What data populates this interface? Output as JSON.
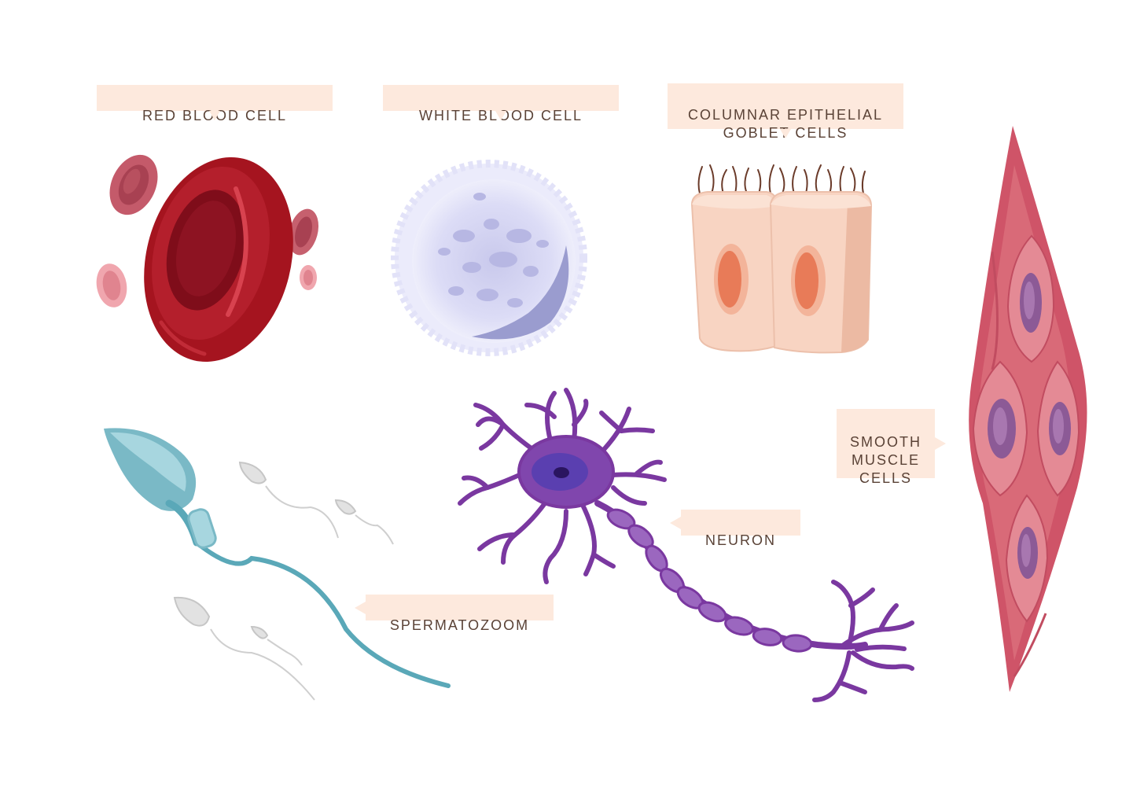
{
  "labels": {
    "red_blood_cell": "RED BLOOD CELL",
    "white_blood_cell": "WHITE BLOOD CELL",
    "columnar": "COLUMNAR EPITHELIAL\nGOBLET CELLS",
    "smooth_muscle": "SMOOTH\nMUSCLE\nCELLS",
    "neuron": "NEURON",
    "sperm": "SPERMATOZOOM"
  },
  "colors": {
    "label_bg": "#fde9dd",
    "label_text": "#5a4236",
    "rbc": "#a5141f",
    "wbc": "#dcdcf7",
    "epithelial": "#f7d2bf",
    "muscle": "#d96a78",
    "neuron": "#7a38a0",
    "sperm": "#5aa8b8"
  }
}
